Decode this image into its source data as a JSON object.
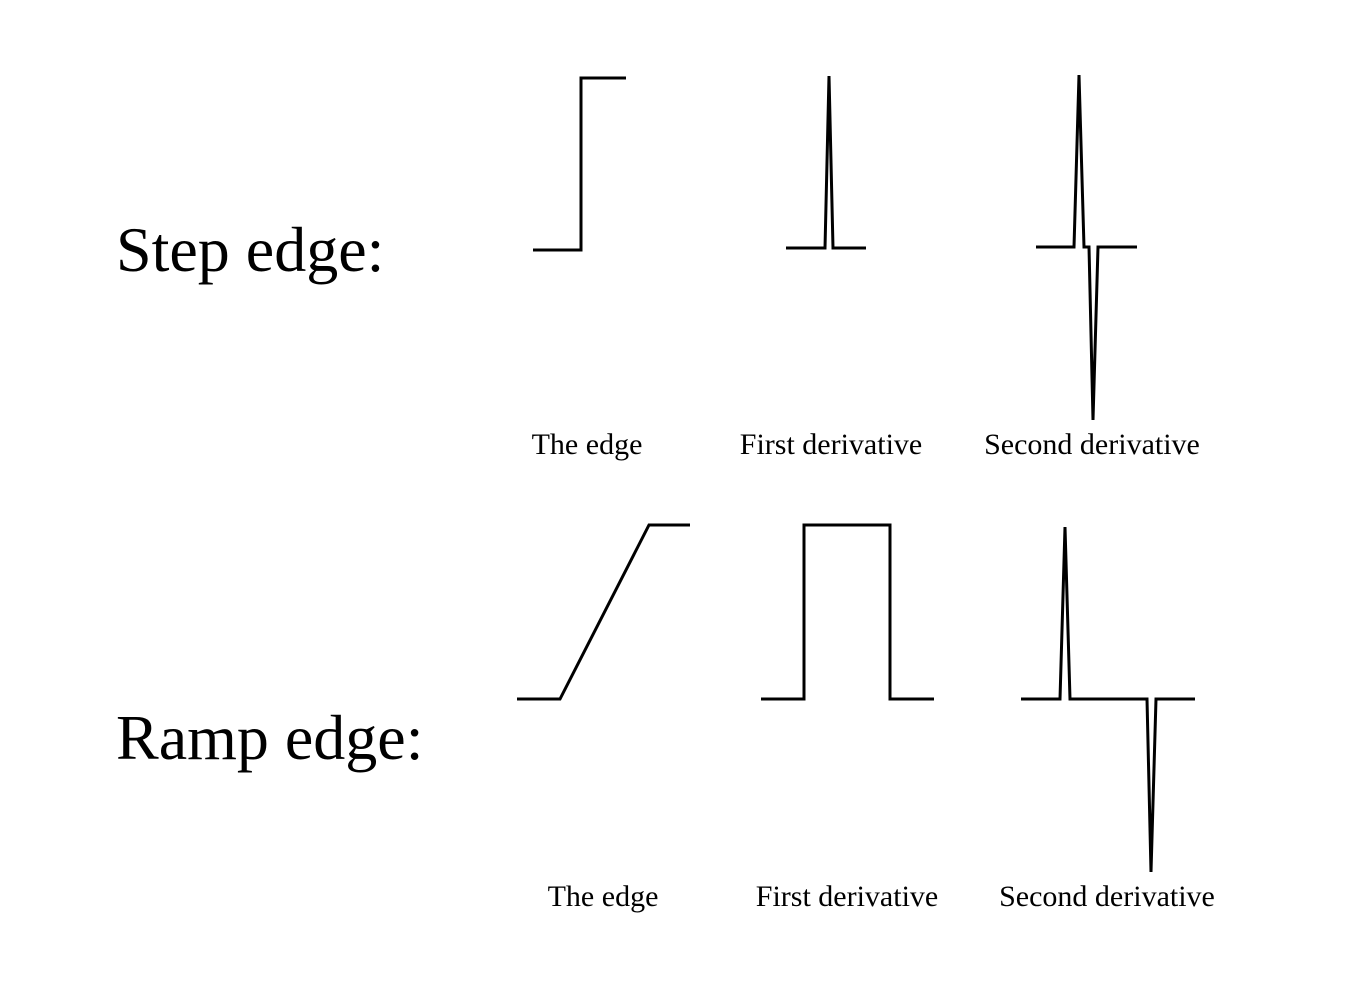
{
  "rows": [
    {
      "label": "Step edge:",
      "panels": [
        {
          "caption": "The edge"
        },
        {
          "caption": "First derivative"
        },
        {
          "caption": "Second derivative"
        }
      ]
    },
    {
      "label": "Ramp edge:",
      "panels": [
        {
          "caption": "The edge"
        },
        {
          "caption": "First derivative"
        },
        {
          "caption": "Second derivative"
        }
      ]
    }
  ]
}
